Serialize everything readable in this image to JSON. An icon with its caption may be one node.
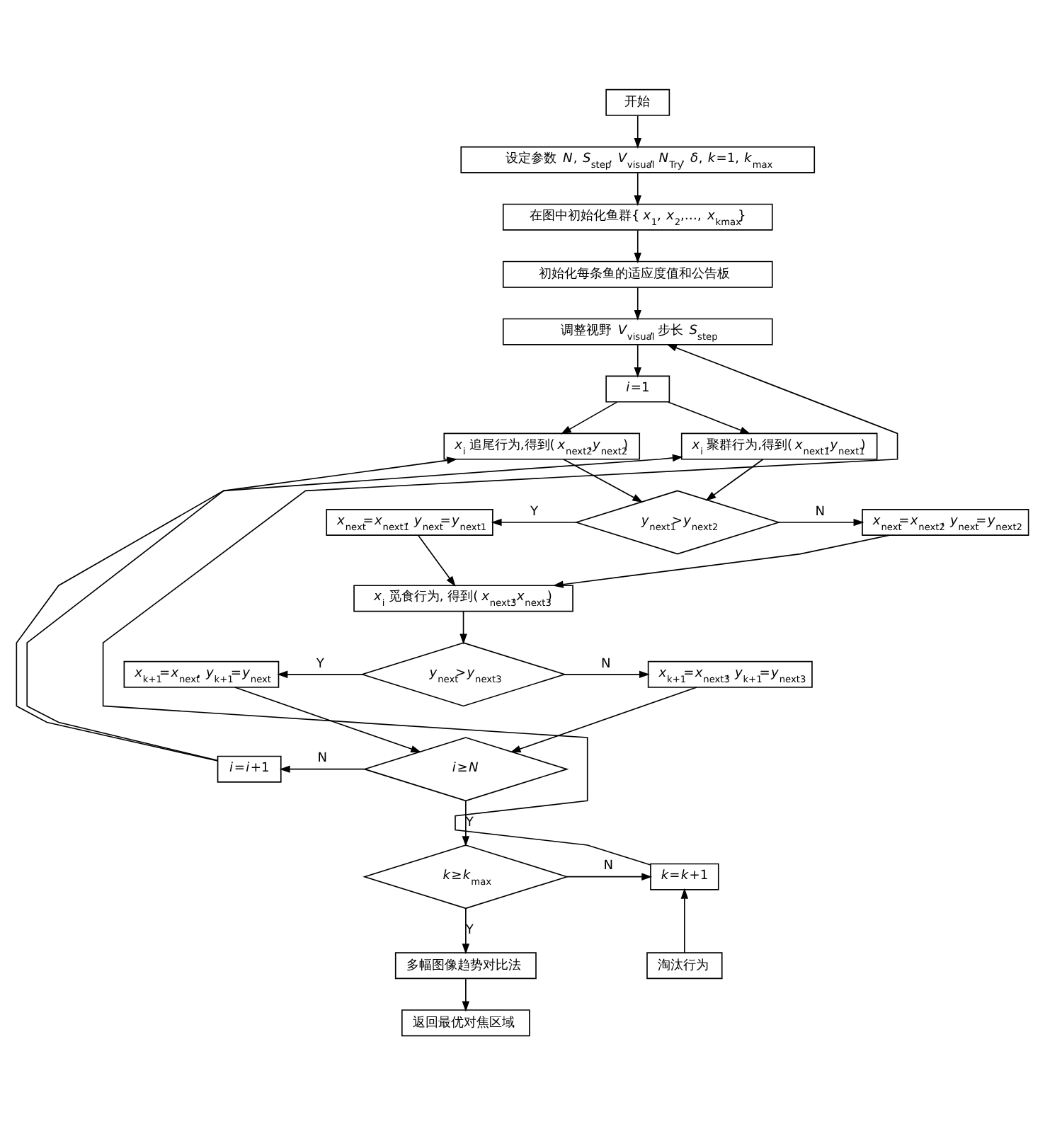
{
  "diagram": {
    "nodes": [
      {
        "text": [
          "开始"
        ]
      },
      {
        "text": [
          "设定参数 *N*, *S*$_{step}$, *V*$_{visual}$, *N*$_{Try}$, *δ*, *k*=1, *k*$_{max}$"
        ]
      },
      {
        "text": [
          "在图中初始化鱼群{*x*$_{1}$, *x*$_{2}$,…, *x*$_{kmax}$}"
        ]
      },
      {
        "text": [
          "初始化每条鱼的适应度值和公告板"
        ]
      },
      {
        "text": [
          "调整视野 *V*$_{visual}$, 步长 *S*$_{step}$"
        ]
      },
      {
        "text": [
          "*i*=1"
        ]
      },
      {
        "text": [
          "*x*$_{i}$ 聚群行为,得到(*x*$_{next1}$,*y*$_{next1}$)"
        ]
      },
      {
        "text": [
          "*x*$_{i}$ 追尾行为,得到(*x*$_{next2}$,*y*$_{next2}$)"
        ]
      },
      {
        "text": [
          "*y*$_{next1}$>*y*$_{next2}$"
        ]
      },
      {
        "text": [
          "*x*$_{next}$=*x*$_{next1}$, *y*$_{next}$=*y*$_{next1}$"
        ]
      },
      {
        "text": [
          "*x*$_{next}$=*x*$_{next2}$, *y*$_{next}$=*y*$_{next2}$"
        ]
      },
      {
        "text": [
          "*x*$_{i}$ 觅食行为, 得到(*x*$_{next3}$,*x*$_{next3}$)"
        ]
      },
      {
        "text": [
          "*y*$_{next}$>*y*$_{next3}$"
        ]
      },
      {
        "text": [
          "*x*$_{k+1}$=*x*$_{next}$, *y*$_{k+1}$=*y*$_{next}$"
        ]
      },
      {
        "text": [
          "*x*$_{k+1}$=*x*$_{next3}$, *y*$_{k+1}$=*y*$_{next3}$"
        ]
      },
      {
        "text": [
          "*i*≥*N*"
        ]
      },
      {
        "text": [
          "*i*=*i*+1"
        ]
      },
      {
        "text": [
          "*k*≥*k*$_{max}$"
        ]
      },
      {
        "text": [
          "*k*=*k*+1"
        ]
      },
      {
        "text": [
          "淘汰行为"
        ]
      },
      {
        "text": [
          "多幅图像趋势对比法"
        ]
      },
      {
        "text": [
          "返回最优对焦区域"
        ]
      }
    ],
    "edges": [
      {
        "from": 0,
        "to": 1,
        "arrow": "to"
      },
      {
        "from": 1,
        "to": 2,
        "arrow": "to"
      },
      {
        "from": 2,
        "to": 3,
        "arrow": "to"
      },
      {
        "from": 3,
        "to": 4,
        "arrow": "to"
      },
      {
        "from": 4,
        "to": 5,
        "arrow": "to"
      },
      {
        "from": 5,
        "to": 6,
        "arrow": "to"
      },
      {
        "from": 5,
        "to": 7,
        "arrow": "to"
      },
      {
        "from": 6,
        "to": 8,
        "arrow": "to"
      },
      {
        "from": 7,
        "to": 8,
        "arrow": "to"
      },
      {
        "from": 8,
        "to": 9,
        "arrow": "to",
        "label": "Y"
      },
      {
        "from": 8,
        "to": 10,
        "arrow": "to",
        "label": "N"
      },
      {
        "from": 9,
        "to": 11,
        "arrow": "to"
      },
      {
        "from": 10,
        "to": 11,
        "arrow": "to"
      },
      {
        "from": 11,
        "to": 12,
        "arrow": "to"
      },
      {
        "from": 12,
        "to": 13,
        "arrow": "to",
        "label": "Y"
      },
      {
        "from": 12,
        "to": 14,
        "arrow": "to",
        "label": "N"
      },
      {
        "from": 13,
        "to": 15,
        "arrow": "to"
      },
      {
        "from": 14,
        "to": 15,
        "arrow": "to"
      },
      {
        "from": 15,
        "to": 16,
        "arrow": "to",
        "label": "N"
      },
      {
        "from": 15,
        "to": 17,
        "arrow": "to",
        "label": "Y"
      },
      {
        "from": 16,
        "to": 6,
        "arrow": "to"
      },
      {
        "from": 16,
        "to": 7,
        "arrow": "to"
      },
      {
        "from": 17,
        "to": 18,
        "arrow": "to",
        "label": "N"
      },
      {
        "from": 17,
        "to": 20,
        "arrow": "to",
        "label": "Y"
      },
      {
        "from": 18,
        "to": 4,
        "arrow": "to"
      },
      {
        "from": 19,
        "to": 18,
        "arrow": "to"
      },
      {
        "from": 20,
        "to": 21,
        "arrow": "to"
      }
    ]
  }
}
